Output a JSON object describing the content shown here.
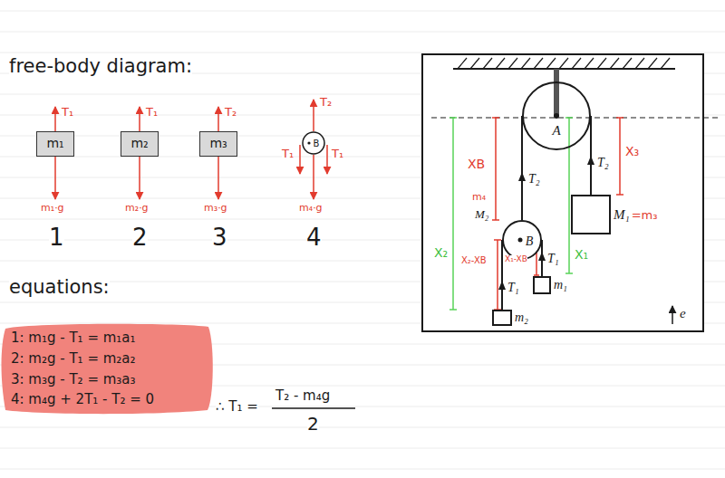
{
  "diagram": {
    "nodes": [
      {
        "text": [
          "m₁"
        ]
      },
      {
        "text": [
          "m₂"
        ]
      },
      {
        "text": [
          "m₃"
        ]
      },
      {
        "text": [
          "B"
        ]
      },
      {
        "text": [
          "A"
        ]
      },
      {
        "text": [
          "M₁",
          "=m₃"
        ]
      },
      {
        "text": [
          "B"
        ]
      },
      {
        "text": [
          "m₁"
        ]
      },
      {
        "text": [
          "m₂"
        ]
      }
    ],
    "edges": [
      {
        "from": 6,
        "to": 4,
        "arrow": "none",
        "label": "T₂"
      },
      {
        "from": 5,
        "to": 4,
        "arrow": "none",
        "label": "T₂"
      },
      {
        "from": 7,
        "to": 6,
        "arrow": "none",
        "label": "T₁"
      },
      {
        "from": 8,
        "to": 6,
        "arrow": "none",
        "label": "T₁"
      }
    ],
    "labels": [
      "free-body diagram:",
      "T₁",
      "m₁·g",
      "1",
      "T₁",
      "m₂·g",
      "2",
      "T₂",
      "m₃·g",
      "3",
      "T₂",
      "T₁",
      "T₁",
      "m₄·g",
      "4",
      "equations:",
      "1: m₁g - T₁ = m₁a₁",
      "2: m₂g - T₁ = m₂a₂",
      "3: m₃g - T₂ = m₃a₃",
      "4: m₄g + 2T₁ - T₂ = 0",
      "∴ T₁ =",
      "T₂ - m₄g",
      "2",
      "XB",
      "m₄",
      "M₂",
      "X₃",
      "X₂",
      "X₂-XB",
      "X₁-XB",
      "X₁",
      "e"
    ]
  }
}
